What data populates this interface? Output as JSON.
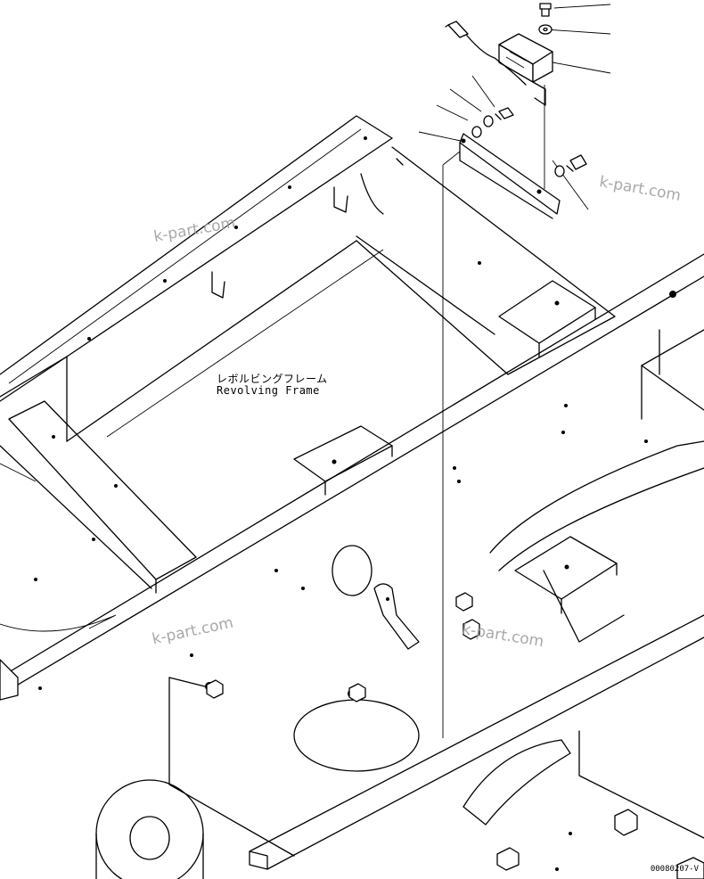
{
  "figure": {
    "label_ja": "レボルビングフレーム",
    "label_en": "Revolving Frame",
    "drawing_code": "00080207-V"
  },
  "watermarks": [
    "k-part.com",
    "k-part.com",
    "k-part.com",
    "k-part.com"
  ],
  "parts": {
    "callouts": 9,
    "components": [
      "bolt",
      "washer",
      "relay-assembly",
      "bolt",
      "washer",
      "nut",
      "bracket",
      "bolt",
      "washer"
    ]
  }
}
